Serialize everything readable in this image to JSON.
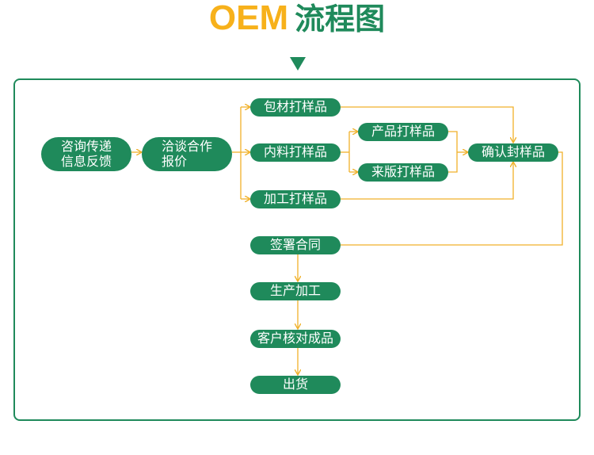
{
  "header": {
    "title_prefix": "OEM",
    "title_main": "流程图"
  },
  "nodes": {
    "n1": {
      "line1": "咨询传递",
      "line2": "信息反馈"
    },
    "n2": {
      "line1": "洽谈合作",
      "line2": "报价"
    },
    "n3": "包材打样品",
    "n4": "内料打样品",
    "n5": "加工打样品",
    "n6": "产品打样品",
    "n7": "来版打样品",
    "n8": "确认封样品",
    "n9": "签署合同",
    "n10": "生产加工",
    "n11": "客户核对成品",
    "n12": "出货"
  },
  "colors": {
    "accent_green": "#1f8a5b",
    "accent_orange": "#f7b11b",
    "connector": "#f0b12a"
  }
}
